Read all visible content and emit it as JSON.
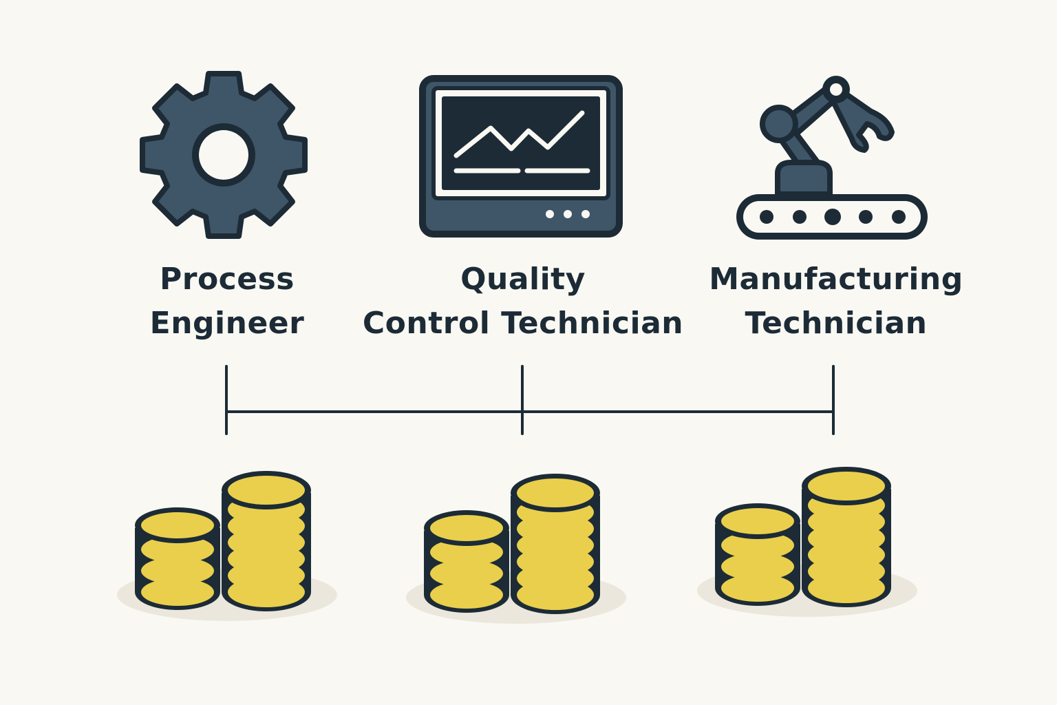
{
  "colors": {
    "background": "#f9f8f3",
    "ink": "#1c2b36",
    "slate": "#3f5668",
    "coin": "#e9cf4c",
    "shadow": "#ebe7dc"
  },
  "roles": [
    {
      "icon": "gear-icon",
      "title_line1": "Process",
      "title_line2": "Engineer"
    },
    {
      "icon": "monitor-chart-icon",
      "title_line1": "Quality",
      "title_line2": "Control Technician"
    },
    {
      "icon": "robotic-arm-icon",
      "title_line1": "Manufacturing",
      "title_line2": "Technician"
    }
  ],
  "salary_graphic": {
    "icon": "coin-stacks-icon",
    "stacks_per_role": [
      {
        "short_stack_coins": 4,
        "tall_stack_coins": 7
      },
      {
        "short_stack_coins": 4,
        "tall_stack_coins": 7
      },
      {
        "short_stack_coins": 4,
        "tall_stack_coins": 7
      }
    ]
  }
}
